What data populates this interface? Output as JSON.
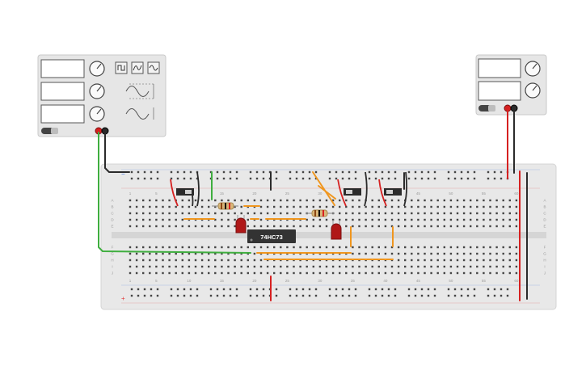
{
  "function_generator": {
    "waveform_buttons": [
      "square-wave-icon",
      "triangle-wave-icon",
      "sine-wave-icon"
    ],
    "power_button": "power-button",
    "body_color": "#e6e6e6"
  },
  "power_supply": {
    "power_button": "power-button",
    "body_color": "#e6e6e6"
  },
  "breadboard": {
    "columns_top": [
      "1",
      "5",
      "10",
      "15",
      "20",
      "25",
      "30",
      "35",
      "40",
      "45",
      "50",
      "55",
      "60"
    ],
    "columns_bottom": [
      "1",
      "5",
      "10",
      "15",
      "20",
      "25",
      "30",
      "35",
      "40",
      "45",
      "50",
      "55",
      "60"
    ],
    "rows_top": [
      "A",
      "B",
      "C",
      "D",
      "E"
    ],
    "rows_bottom": [
      "F",
      "G",
      "H",
      "I",
      "J"
    ],
    "plus_sign": "+",
    "minus_sign": "−",
    "body_color": "#e8e8e8"
  },
  "chip": {
    "label": "74HC73",
    "color": "#333333"
  },
  "colors": {
    "wire_red": "#d62020",
    "wire_black": "#2b2b2b",
    "wire_green": "#3fae3f",
    "wire_orange": "#f0961e",
    "led_red": "#b01818",
    "rail_red": "#e23b3b",
    "rail_blue": "#3b6fe2"
  }
}
